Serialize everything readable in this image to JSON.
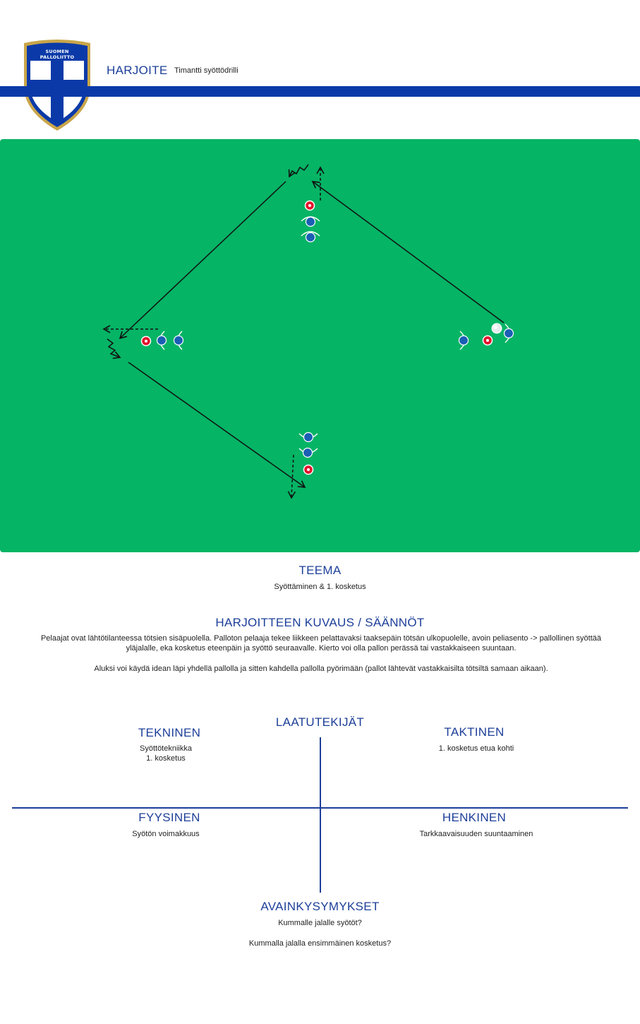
{
  "logo": {
    "text": "SUOMEN PALLOLIITTO"
  },
  "header": {
    "label": "HARJOITE",
    "title": "Timantti syöttödrilli"
  },
  "theme": {
    "title": "TEEMA",
    "text": "Syöttäminen & 1. kosketus"
  },
  "description": {
    "title": "HARJOITTEEN KUVAUS / SÄÄNNÖT",
    "line1": "Pelaajat ovat lähtötilanteessa tötsien sisäpuolella. Palloton pelaaja tekee liikkeen pelattavaksi  taaksepäin tötsän ulkopuolelle, avoin peliasento ->  pallollinen syöttää",
    "line2": "yläjalalle, eka kosketus eteenpäin ja syöttö seuraavalle. Kierto voi olla pallon perässä tai vastakkaiseen suuntaan.",
    "line3": "Aluksi  voi käydä idean läpi yhdellä pallolla ja sitten kahdella pallolla pyörimään (pallot lähtevät vastakkaisilta tötsiltä samaan aikaan)."
  },
  "quality": {
    "title": "LAATUTEKIJÄT",
    "technical": {
      "title": "TEKNINEN",
      "line1": "Syöttötekniikka",
      "line2": "1. kosketus"
    },
    "tactical": {
      "title": "TAKTINEN",
      "line1": "1. kosketus etua kohti"
    },
    "physical": {
      "title": "FYYSINEN",
      "line1": "Syötön voimakkuus"
    },
    "mental": {
      "title": "HENKINEN",
      "line1": "Tarkkaavaisuuden suuntaaminen"
    }
  },
  "key_questions": {
    "title": "AVAINKYSYMYKSET",
    "q1": "Kummalle jalalle syötöt?",
    "q2": "Kummalla jalalla ensimmäinen kosketus?"
  },
  "colors": {
    "brand_blue": "#0b3aa8",
    "field_green": "#05b465",
    "cone_red": "#e3142c",
    "player_blue": "#1a5fb4"
  }
}
